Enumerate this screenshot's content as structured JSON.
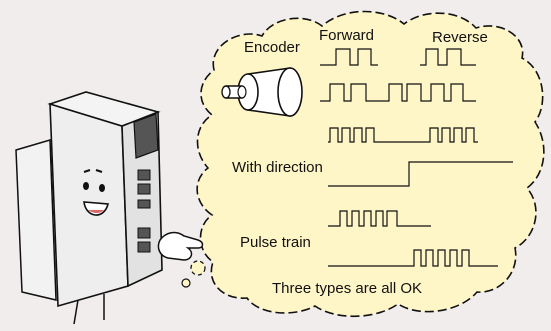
{
  "labels": {
    "encoder": "Encoder",
    "forward": "Forward",
    "reverse": "Reverse",
    "with_direction": "With direction",
    "pulse_train": "Pulse train",
    "footer": "Three types are all OK"
  },
  "colors": {
    "background": "#f1eded",
    "bubble_fill": "#fff6c8",
    "bubble_border": "#111111",
    "device_body": "#e9e9e9",
    "device_dark": "#555555"
  },
  "icons": [
    "encoder-icon",
    "servo-drive-mascot-icon",
    "thought-bubble-icon"
  ]
}
